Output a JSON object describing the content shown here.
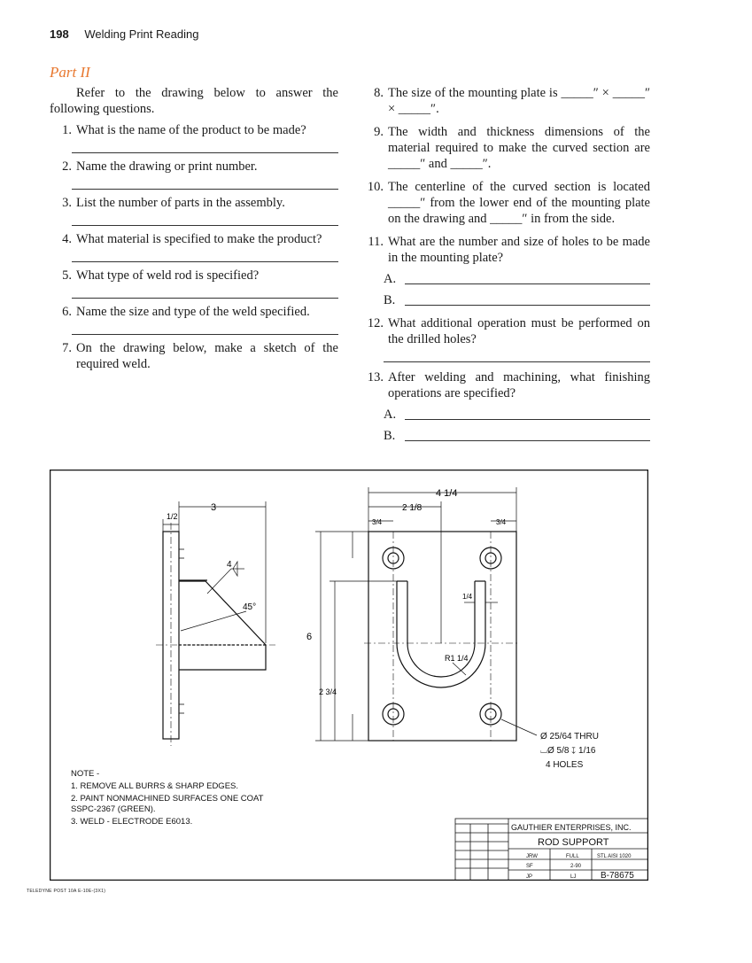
{
  "header": {
    "page_number": "198",
    "book_title": "Welding Print Reading"
  },
  "part_title": "Part II",
  "intro": "Refer to the drawing below to answer the following questions.",
  "left_questions": [
    {
      "num": "1.",
      "text": "What is the name of the product to be made?"
    },
    {
      "num": "2.",
      "text": "Name the drawing or print number."
    },
    {
      "num": "3.",
      "text": "List the number of parts in the assembly."
    },
    {
      "num": "4.",
      "text": "What material is specified to make the product?"
    },
    {
      "num": "5.",
      "text": "What type of weld rod is specified?"
    },
    {
      "num": "6.",
      "text": "Name the size and type of the weld specified."
    },
    {
      "num": "7.",
      "text": "On the drawing below, make a sketch of the required weld."
    }
  ],
  "right_questions": [
    {
      "num": "8.",
      "text": "The size of the mounting plate is _____″ × _____″ × _____″."
    },
    {
      "num": "9.",
      "text": "The width and thickness dimensions of the material required to make the curved section are _____″ and _____″."
    },
    {
      "num": "10.",
      "text": "The centerline of the curved section is located _____″ from the lower end of the mounting plate on the drawing and _____″ in from the side."
    },
    {
      "num": "11.",
      "text": "What are the number and size of holes to be made in the mounting plate?",
      "sub": [
        "A.",
        "B."
      ]
    },
    {
      "num": "12.",
      "text": "What additional operation must be performed on the drilled holes?"
    },
    {
      "num": "13.",
      "text": "After welding and machining, what finishing operations are specified?",
      "sub": [
        "A.",
        "B."
      ]
    }
  ],
  "drawing": {
    "dims": {
      "three": "3",
      "half": "1/2",
      "weld_size": "4",
      "angle": "45°",
      "four_quarter": "4 1/4",
      "two_eighth": "2 1/8",
      "three_quarter_left": "3/4",
      "three_quarter_right": "3/4",
      "six": "6",
      "two_three_quarter": "2 3/4",
      "quarter": "1/4",
      "radius": "R1 1/4"
    },
    "hole_callout": {
      "thru": "Ø 25/64 THRU",
      "cbore": "⌴Ø 5/8 ↧ 1/16",
      "count": "4 HOLES"
    },
    "notes_title": "NOTE -",
    "notes": [
      "1.  REMOVE ALL BURRS & SHARP EDGES.",
      "2.  PAINT NONMACHINED SURFACES ONE COAT",
      "     SSPC-2367 (GREEN).",
      "3.  WELD - ELECTRODE  E6013."
    ],
    "title_block": {
      "company": "GAUTHIER ENTERPRISES, INC.",
      "title": "ROD SUPPORT",
      "drawn": "JRW",
      "scale": "FULL",
      "material": "STL AISI 1020",
      "checked": "SF",
      "date": "2-90",
      "traced": "JP",
      "revision": "LJ",
      "drawing_number": "B-78675"
    }
  },
  "footnote": "TELEDYNE POST  10A E-10E-(3X1)"
}
